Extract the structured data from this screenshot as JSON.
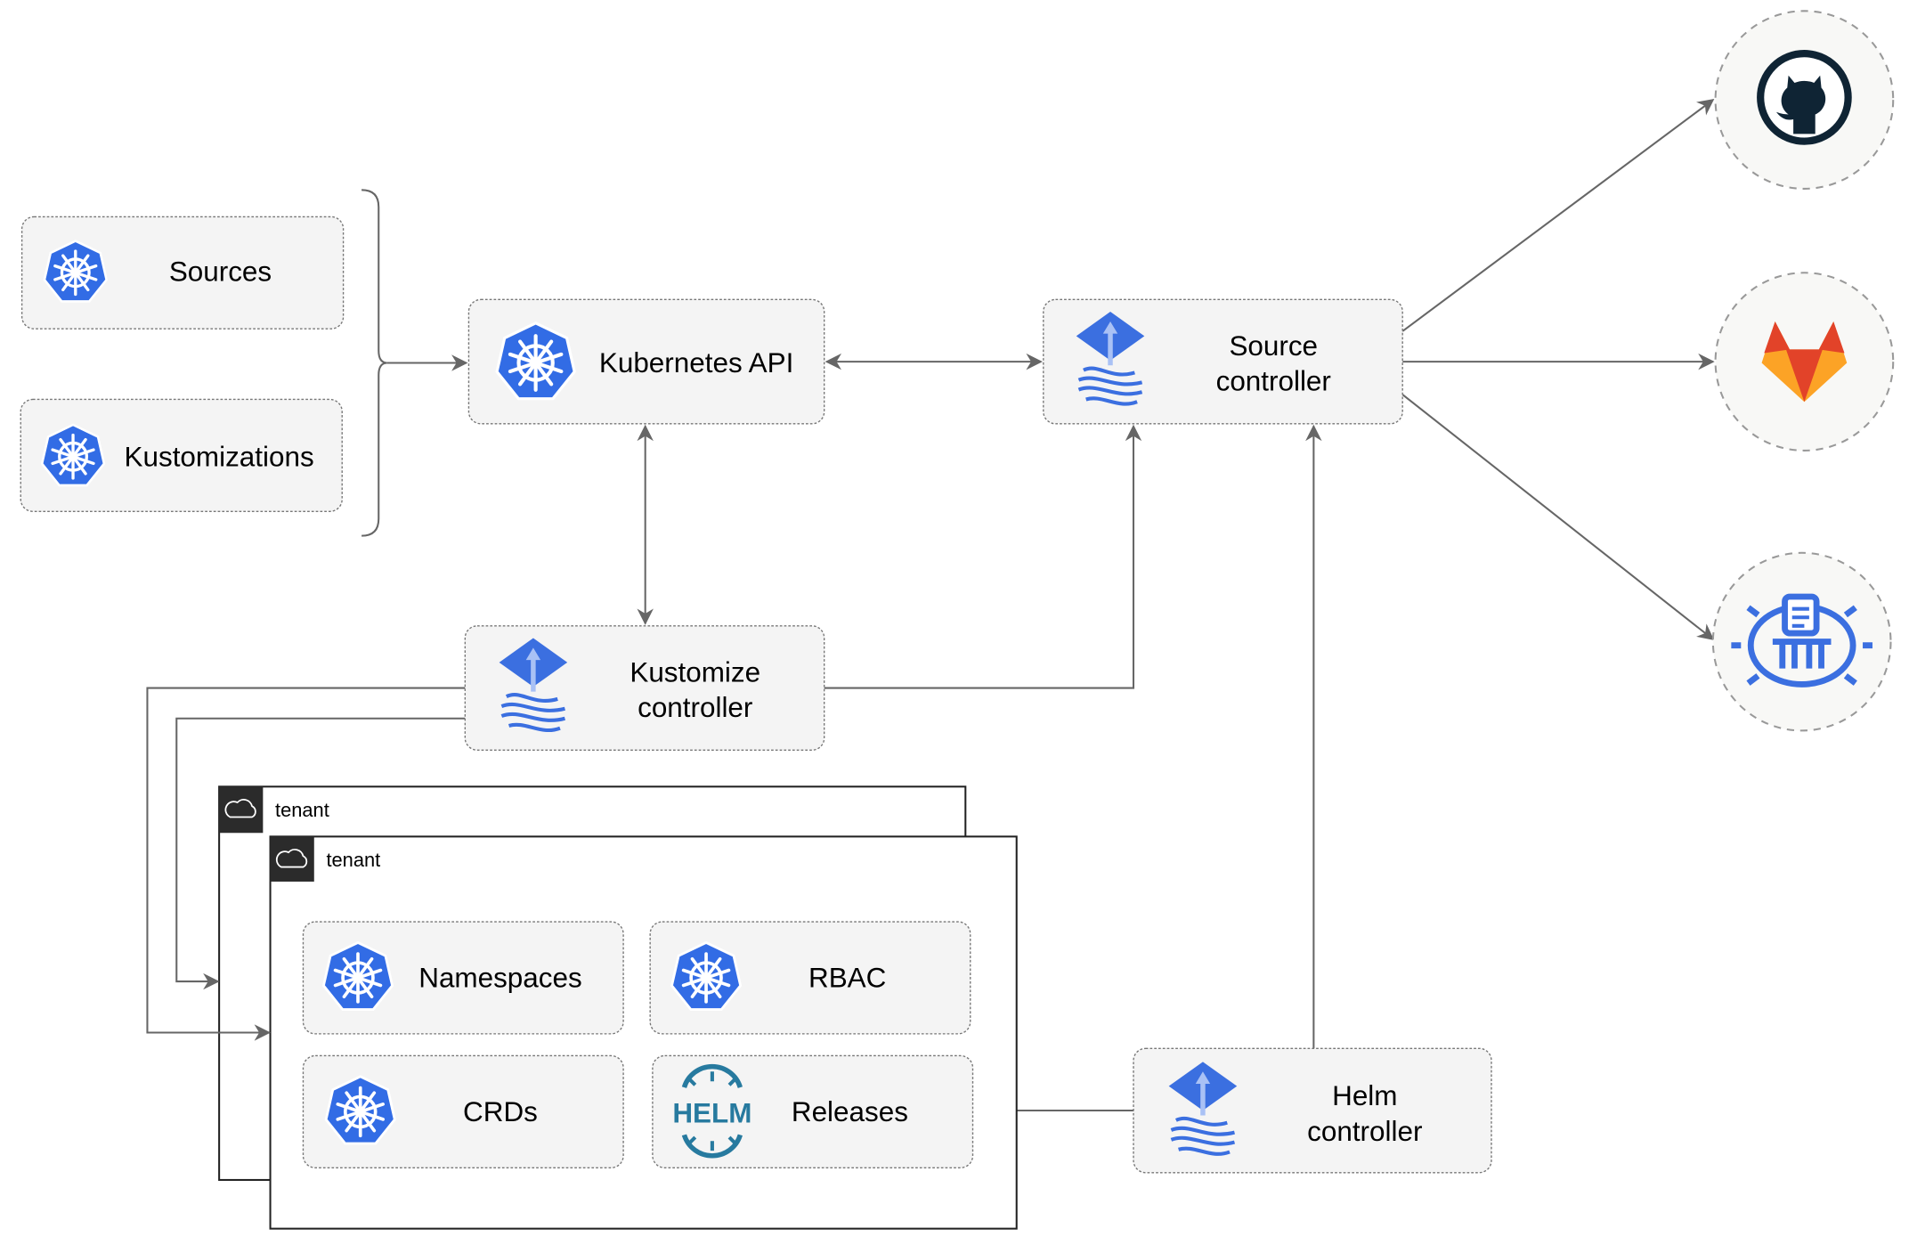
{
  "nodes": {
    "sources": "Sources",
    "kustomizations": "Kustomizations",
    "kubernetes_api": "Kubernetes API",
    "source_controller": [
      "Source",
      "controller"
    ],
    "kustomize_controller": [
      "Kustomize",
      "controller"
    ],
    "helm_controller": [
      "Helm",
      "controller"
    ],
    "namespaces": "Namespaces",
    "rbac": "RBAC",
    "crds": "CRDs",
    "releases": "Releases",
    "helm_logo_text": "HELM"
  },
  "tenants": [
    "tenant",
    "tenant"
  ],
  "external_sources": [
    "github-icon",
    "gitlab-icon",
    "bucket-icon"
  ],
  "colors": {
    "kubernetes_blue": "#326CE5",
    "flux_blue": "#3B6FE0",
    "helm_blue": "#277A9F",
    "gitlab_orange": "#E24329",
    "gitlab_yellow": "#FCA326",
    "github_dark": "#0F2434",
    "edge": "#666666"
  }
}
